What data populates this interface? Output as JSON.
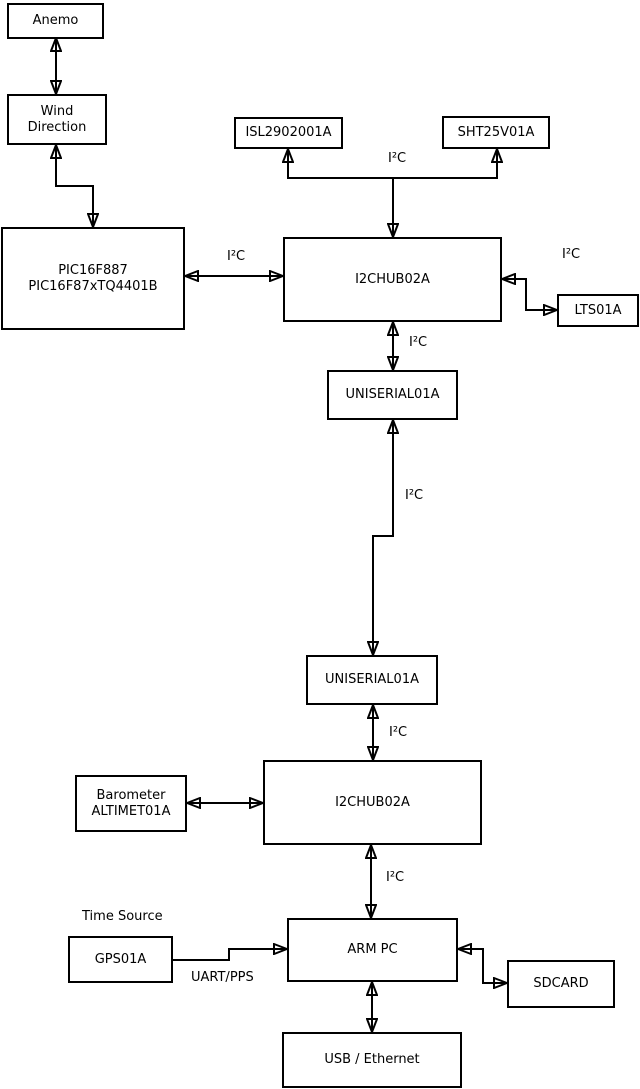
{
  "diagram": {
    "nodes": {
      "anemo": "Anemo",
      "wind_direction": "Wind\nDirection",
      "pic": "PIC16F887\nPIC16F87xTQ4401B",
      "isl": "ISL2902001A",
      "sht": "SHT25V01A",
      "i2chub_top": "I2CHUB02A",
      "lts": "LTS01A",
      "uniserial_top": "UNISERIAL01A",
      "uniserial_bottom": "UNISERIAL01A",
      "i2chub_bottom": "I2CHUB02A",
      "barometer": "Barometer\nALTIMET01A",
      "gps": "GPS01A",
      "arm_pc": "ARM PC",
      "sdcard": "SDCARD",
      "usb_ethernet": "USB / Ethernet"
    },
    "edge_labels": {
      "i2c_pic_hub": "I²C",
      "i2c_sensor_trunk": "I²C",
      "i2c_lts": "I²C",
      "i2c_hub_uniserial": "I²C",
      "i2c_long_link": "I²C",
      "i2c_uniserial_hub2": "I²C",
      "i2c_hub2_arm": "I²C",
      "time_source": "Time Source",
      "uart_pps": "UART/PPS"
    },
    "colors": {
      "background": "#ffffff",
      "box_fill": "#ffffff",
      "line": "#000000",
      "text": "#000000"
    }
  }
}
